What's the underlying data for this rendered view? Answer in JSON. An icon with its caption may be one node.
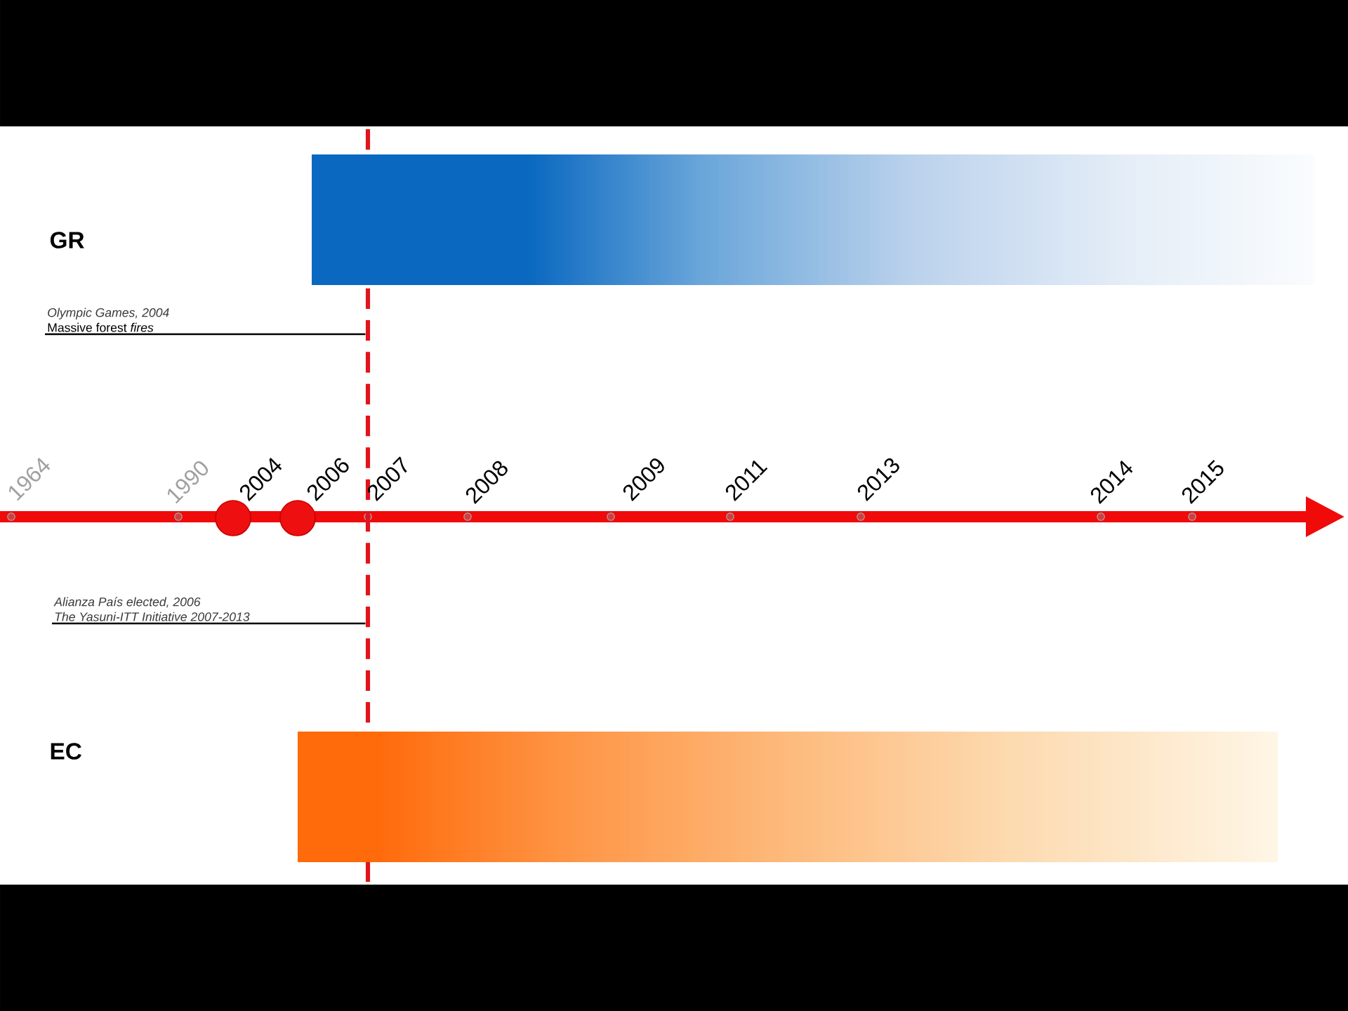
{
  "diagram": {
    "nodes": [
      {
        "text": [],
        "shape": "line"
      },
      {
        "text": [],
        "shape": "bar"
      },
      {
        "text": [
          "Olympic Games, 2004",
          "Massive forest *fires*"
        ]
      },
      {
        "text": [
          "Alianza País elected, 2006",
          "The Yasuni-ITT Initiative 2007-2013"
        ]
      },
      {
        "text": [],
        "shape": "bar"
      }
    ],
    "edges": [
      {
        "from": 2,
        "to": 0,
        "arrow": "none"
      },
      {
        "from": 3,
        "to": 0,
        "arrow": "none"
      }
    ],
    "labels": [
      "GR",
      "1964",
      "1990",
      "2004",
      "2006",
      "2007",
      "2008",
      "2009",
      "2011",
      "2013",
      "2014",
      "2015",
      "EC"
    ]
  }
}
